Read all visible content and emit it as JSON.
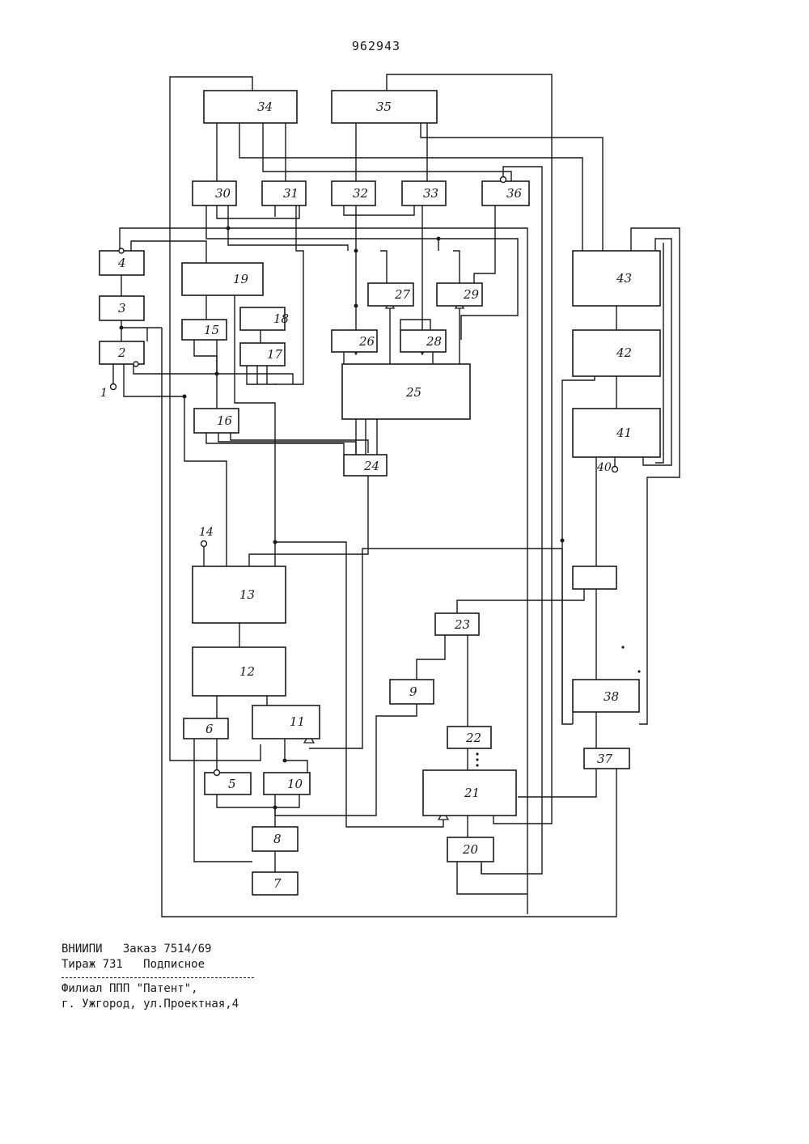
{
  "header": {
    "doc_number": "962943"
  },
  "diagram": {
    "blocks": [
      {
        "id": "b34",
        "label": "34"
      },
      {
        "id": "b35",
        "label": "35"
      },
      {
        "id": "b30",
        "label": "30"
      },
      {
        "id": "b31",
        "label": "31"
      },
      {
        "id": "b32",
        "label": "32"
      },
      {
        "id": "b33",
        "label": "33"
      },
      {
        "id": "b36",
        "label": "36"
      },
      {
        "id": "b4",
        "label": "4"
      },
      {
        "id": "b3",
        "label": "3"
      },
      {
        "id": "b2",
        "label": "2"
      },
      {
        "id": "b19",
        "label": "19"
      },
      {
        "id": "b15",
        "label": "15"
      },
      {
        "id": "b18",
        "label": "18"
      },
      {
        "id": "b17",
        "label": "17"
      },
      {
        "id": "b16",
        "label": "16"
      },
      {
        "id": "b27",
        "label": "27"
      },
      {
        "id": "b29",
        "label": "29"
      },
      {
        "id": "b26",
        "label": "26"
      },
      {
        "id": "b28",
        "label": "28"
      },
      {
        "id": "b25",
        "label": "25"
      },
      {
        "id": "b24",
        "label": "24"
      },
      {
        "id": "b43",
        "label": "43"
      },
      {
        "id": "b42",
        "label": "42"
      },
      {
        "id": "b41",
        "label": "41"
      },
      {
        "id": "b39",
        "label": ""
      },
      {
        "id": "b38",
        "label": "38"
      },
      {
        "id": "b37",
        "label": "37"
      },
      {
        "id": "b13",
        "label": "13"
      },
      {
        "id": "b12",
        "label": "12"
      },
      {
        "id": "b6",
        "label": "6"
      },
      {
        "id": "b11",
        "label": "11"
      },
      {
        "id": "b5",
        "label": "5"
      },
      {
        "id": "b10",
        "label": "10"
      },
      {
        "id": "b8",
        "label": "8"
      },
      {
        "id": "b7",
        "label": "7"
      },
      {
        "id": "b23",
        "label": "23"
      },
      {
        "id": "b9",
        "label": "9"
      },
      {
        "id": "b22",
        "label": "22"
      },
      {
        "id": "b21",
        "label": "21"
      },
      {
        "id": "b20",
        "label": "20"
      }
    ],
    "terminals": [
      {
        "id": "t1",
        "label": "1"
      },
      {
        "id": "t14",
        "label": "14"
      },
      {
        "id": "t40",
        "label": "40"
      }
    ]
  },
  "footer": {
    "line1": "ВНИИПИ   Заказ 7514/69",
    "line2": "Тираж 731   Подписное",
    "line3": "Филиал ППП \"Патент\",",
    "line4": "г. Ужгород, ул.Проектная,4"
  }
}
